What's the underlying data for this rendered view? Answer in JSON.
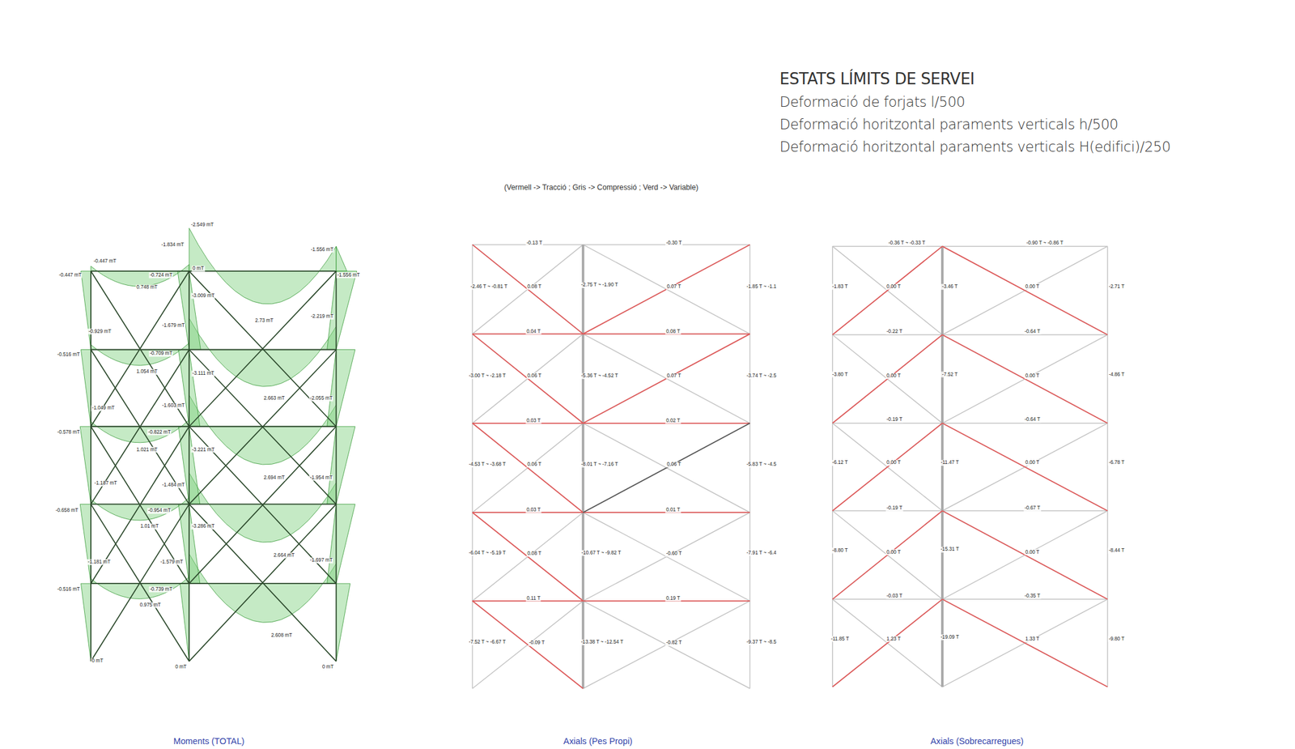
{
  "diagram": {
    "title": "ESTATS LÍMITS DE SERVEI",
    "labels": [
      "Deformació de forjats l/500",
      "Deformació horitzontal paraments verticals h/500",
      "Deformació horitzontal paraments verticals H(edifici)/250",
      "(Vermell -> Tracció ; Gris -> Compressió ; Verd -> Variable)",
      "Moments (TOTAL)",
      "Axials (Pes Propi)",
      "Axials (Sobrecarregues)",
      "-2.549 mT",
      "-1.834 mT",
      "-1.556 mT",
      "-0.447 mT",
      "-0.447 mT",
      "-0.724 mT",
      "0 mT",
      "-1.556 mT",
      "0.748 mT",
      "-3.009 mT",
      "-1.679 mT",
      "2.73 mT",
      "-2.219 mT",
      "-0.516 mT",
      "-0.929 mT",
      "-0.709 mT",
      "1.054 mT",
      "-3.111 mT",
      "2.663 mT",
      "-2.055 mT",
      "-1.049 mT",
      "-1.603 mT",
      "-0.578 mT",
      "-0.822 mT",
      "1.021 mT",
      "-3.221 mT",
      "2.694 mT",
      "-1.954 mT",
      "-1.187 mT",
      "-1.484 mT",
      "-0.658 mT",
      "-0.954 mT",
      "1.01 mT",
      "-3.286 mT",
      "2.664 mT",
      "-1.697 mT",
      "-1.181 mT",
      "-1.579 mT",
      "-0.516 mT",
      "-0.739 mT",
      "0.975 mT",
      "2.608 mT",
      "0 mT",
      "0 mT",
      "0 mT",
      "-0.13 T",
      "-0.30 T",
      "-2.46 T ~ -0.81 T",
      "0.08 T",
      "-2.75 T ~ -1.90 T",
      "0.07 T",
      "-1.85 T ~ -1.1",
      "0.04 T",
      "0.08 T",
      "-3.00 T ~ -2.18 T",
      "0.06 T",
      "-5.36 T ~ -4.52 T",
      "0.07 T",
      "-3.74 T ~ -2.5",
      "0.03 T",
      "0.02 T",
      "-4.53 T ~ -3.68 T",
      "0.06 T",
      "-8.01 T ~ -7.16 T",
      "0.06 T",
      "-5.83 T ~ -4.5",
      "0.03 T",
      "0.01 T",
      "-6.04 T ~ -5.19 T",
      "0.08 T",
      "-10.67 T ~ -9.82 T",
      "-0.60 T",
      "-7.91 T ~ -6.4",
      "0.11 T",
      "0.19 T",
      "-7.52 T ~ -6.67 T",
      "-0.09 T",
      "-13.38 T ~ -12.54 T",
      "-0.82 T",
      "-9.37 T ~ -8.5",
      "-0.36 T ~ -0.33 T",
      "-0.90 T ~ -0.86 T",
      "-1.83 T",
      "0.00 T",
      "-3.46 T",
      "0.00 T",
      "-2.71 T",
      "-0.22 T",
      "-0.64 T",
      "-3.80 T",
      "0.00 T",
      "-7.52 T",
      "0.00 T",
      "-4.86 T",
      "-0.19 T",
      "-0.64 T",
      "-6.12 T",
      "0.00 T",
      "-11.47 T",
      "0.00 T",
      "-6.78 T",
      "-0.19 T",
      "-0.67 T",
      "-8.80 T",
      "0.00 T",
      "-15.31 T",
      "0.00 T",
      "-8.44 T",
      "-0.03 T",
      "-0.35 T",
      "-11.85 T",
      "1.23 T",
      "-19.09 T",
      "1.33 T",
      "-9.80 T"
    ]
  }
}
